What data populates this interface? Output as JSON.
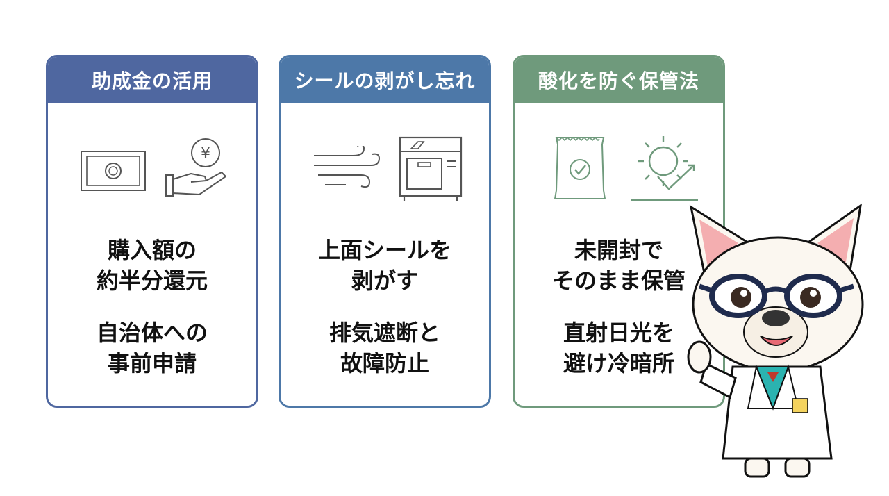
{
  "colors": {
    "card1": "#4f67a0",
    "card2": "#4d78a8",
    "card3": "#6f9a7c"
  },
  "cards": [
    {
      "title": "助成金の活用",
      "icons": [
        "banknote-icon",
        "hand-yen-coin-icon"
      ],
      "point1": "購入額の\n約半分還元",
      "point2": "自治体への\n事前申請"
    },
    {
      "title": "シールの剥がし忘れ",
      "icons": [
        "wind-icon",
        "appliance-icon"
      ],
      "point1": "上面シールを\n剥がす",
      "point2": "排気遮断と\n故障防止"
    },
    {
      "title": "酸化を防ぐ保管法",
      "icons": [
        "sealed-bag-icon",
        "sun-shade-icon"
      ],
      "point1": "未開封で\nそのまま保管",
      "point2": "直射日光を\n避け冷暗所"
    }
  ],
  "mascot": {
    "icon": "bulldog-doctor-mascot"
  }
}
